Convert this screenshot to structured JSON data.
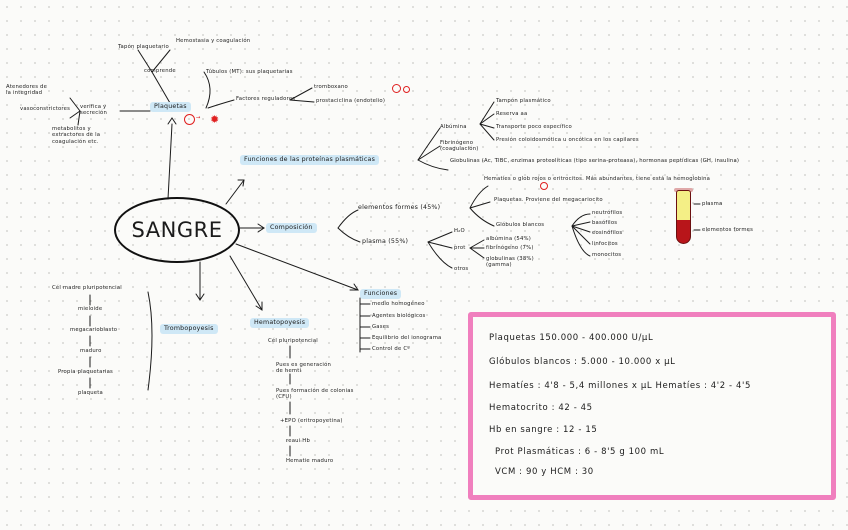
{
  "center": "SANGRE",
  "plaquetas": {
    "title": "Plaquetas",
    "top1": "Tapón plaquetario",
    "top2": "Hemostasia y coagulación",
    "top3": "comprende",
    "tubulos": "Túbulos (MT): sus plaquetarias",
    "factores": "Factores reguladores",
    "tromboxano": "tromboxano",
    "prostaciclina": "prostaciclina (endotelio)",
    "left_verifica": "verifica y secreción",
    "left_1": "Atenedores de la integridad",
    "left_2": "vasoconstrictores",
    "left_3": "metabolitos y extractores de la coagulación etc."
  },
  "funciones": {
    "title": "Funciones de las proteínas plasmáticas",
    "albumina": "Albúmina",
    "alb_items": [
      "Tampón plasmático",
      "Reserva aa",
      "Transporte poco específico",
      "Presión coloidosmótica u oncótica en los capilares"
    ],
    "fibrinogeno": "Fibrinógeno (coagulación)",
    "globulinas": "Globulinas (Ac, TIBC, enzimas proteolíticas (tipo serina-proteasa), hormonas peptídicas (GH, insulina)"
  },
  "composicion": {
    "title": "Composición",
    "elementos": "elementos formes  (45%)",
    "hematies": "Hematíes o glob rojos o eritrocitos. Más abundantes, tiene está la hemoglobina",
    "plaquetas": "Plaquetas. Proviene del megacariocito",
    "globulos_blancos": "Glóbulos blancos",
    "leucocitos": [
      "neutrófilos",
      "basófilos",
      "eosinófilos",
      "linfocitos",
      "monocitos"
    ],
    "plasma": "plasma  (55%)",
    "h2o": "H₂O",
    "prot": "prot",
    "otros": "otros",
    "proteinas": [
      "albúmina (54%)",
      "fibrinógeno (7%)",
      "globulinas (38%) (gamma)"
    ],
    "plasma_label": "plasma",
    "elementos_label": "elementos formes"
  },
  "trombopoyesis": {
    "title": "Trombopoyesis",
    "steps": [
      "Cél madre pluripotencial",
      "mieloide",
      "megacarioblasto",
      "maduro",
      "Propia plaquetarias",
      "plaqueta"
    ]
  },
  "hematopoyesis": {
    "title": "Hematopoyesis",
    "steps": [
      "Cél pluripotencial",
      "Pues es generación de hemtí",
      "Pues formación de colonias (CFU)",
      "+EPO (eritropoyetina)",
      "reaui Hb",
      "Hematie maduro"
    ]
  },
  "funciones_sangre": {
    "title": "Funciones",
    "items": [
      "medio homogéneo",
      "Agentes biológicos",
      "Gases",
      "Equilibrio del ionograma",
      "Control de Cº"
    ]
  },
  "valores": [
    "Plaquetas  150.000 - 400.000  U/µL",
    "Glóbulos blancos :  5.000 - 10.000  x µL",
    "Hematíes :   4'8 - 5,4 millones  x µL    Hematíes :  4'2 - 4'5",
    "Hematocrito :  42 - 45",
    "Hb  en  sangre :  12 - 15",
    "Prot  Plasmáticas :  6 - 8'5  g  100 mL",
    "VCM : 90   y  HCM : 30"
  ],
  "colors": {
    "highlight": "#cfe8f6",
    "box_border": "#f07fbe",
    "annotation_red": "#e02020"
  }
}
